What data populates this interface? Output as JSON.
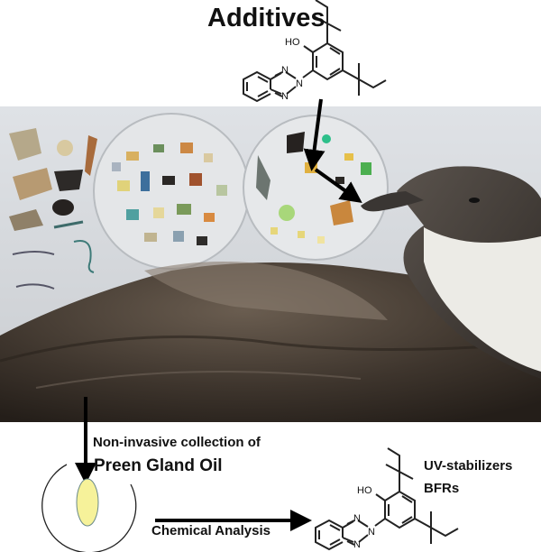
{
  "title": "Additives",
  "collection": {
    "line1": "Non-invasive collection of",
    "line2": "Preen Gland Oil"
  },
  "analysis_label": "Chemical Analysis",
  "compound_classes": [
    "UV-stabilizers",
    "BFRs"
  ],
  "molecule_labels": {
    "hydroxyl": "HO",
    "nitrogen": "N"
  },
  "colors": {
    "oil": "#f6f29a",
    "bird_dark": "#3e352d",
    "photo_bg": "#d9dde2"
  }
}
